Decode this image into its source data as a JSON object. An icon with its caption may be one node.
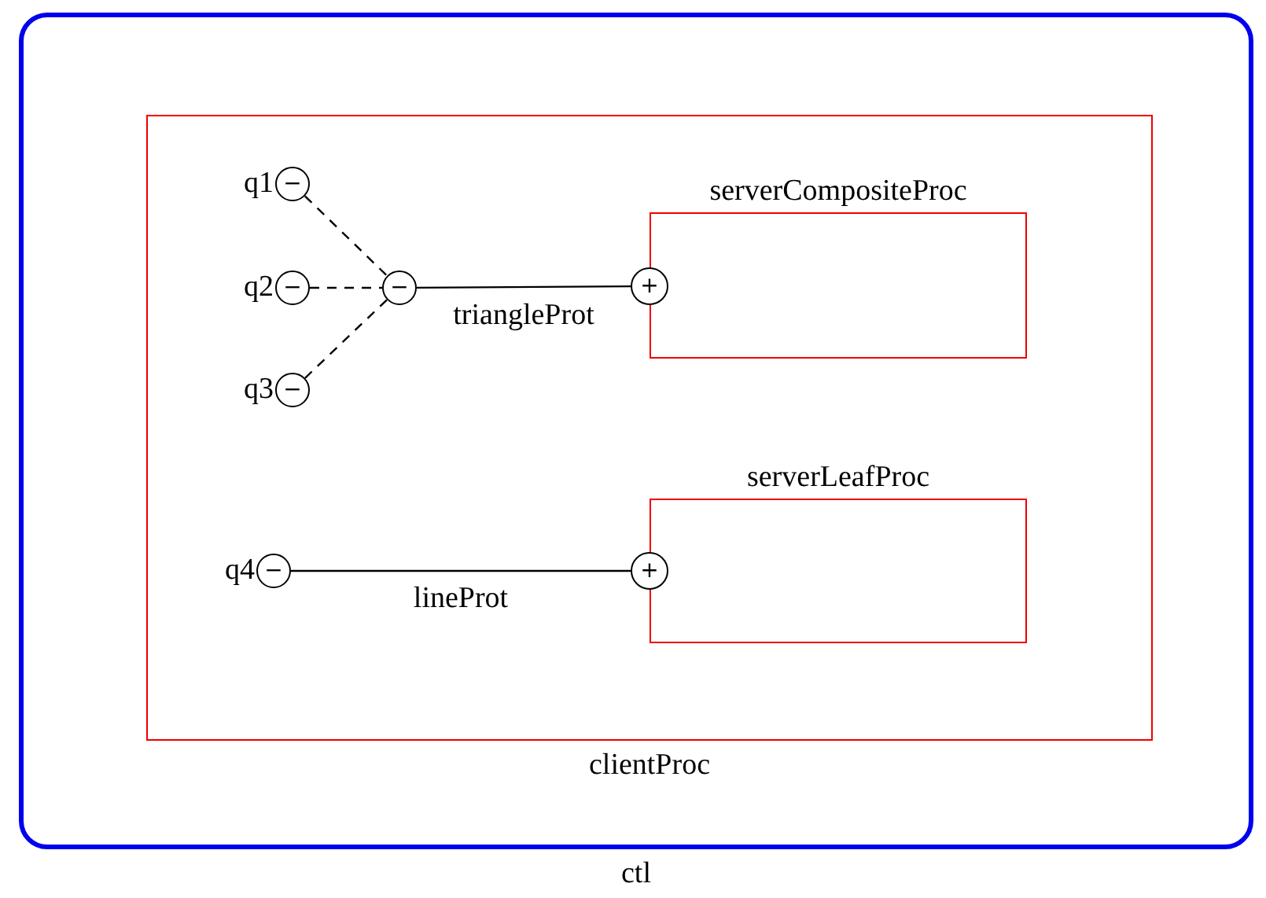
{
  "diagram": {
    "nodes": [
      {
        "text": [
          "ctl"
        ]
      },
      {
        "text": [
          "clientProc"
        ],
        "in": 0
      },
      {
        "text": [
          "serverCompositeProc"
        ],
        "in": 1
      },
      {
        "text": [
          "+"
        ],
        "in": 1
      },
      {
        "text": [
          "serverLeafProc"
        ],
        "in": 1
      },
      {
        "text": [
          "+"
        ],
        "in": 1
      },
      {
        "text": [
          "−"
        ],
        "beside": [
          "q1"
        ],
        "in": 1
      },
      {
        "text": [
          "−"
        ],
        "beside": [
          "q2"
        ],
        "in": 1
      },
      {
        "text": [
          "−"
        ],
        "beside": [
          "q3"
        ],
        "in": 1
      },
      {
        "text": [
          "−"
        ],
        "in": 1
      },
      {
        "text": [
          "−"
        ],
        "beside": [
          "q4"
        ],
        "in": 1
      }
    ],
    "edges": [
      {
        "from": 6,
        "to": 9,
        "arrow": "none",
        "style": "dashed"
      },
      {
        "from": 7,
        "to": 9,
        "arrow": "none",
        "style": "dashed"
      },
      {
        "from": 8,
        "to": 9,
        "arrow": "none",
        "style": "dashed"
      },
      {
        "from": 9,
        "to": 3,
        "arrow": "none",
        "label": "triangleProt"
      },
      {
        "from": 10,
        "to": 5,
        "arrow": "none",
        "label": "lineProt"
      }
    ]
  }
}
